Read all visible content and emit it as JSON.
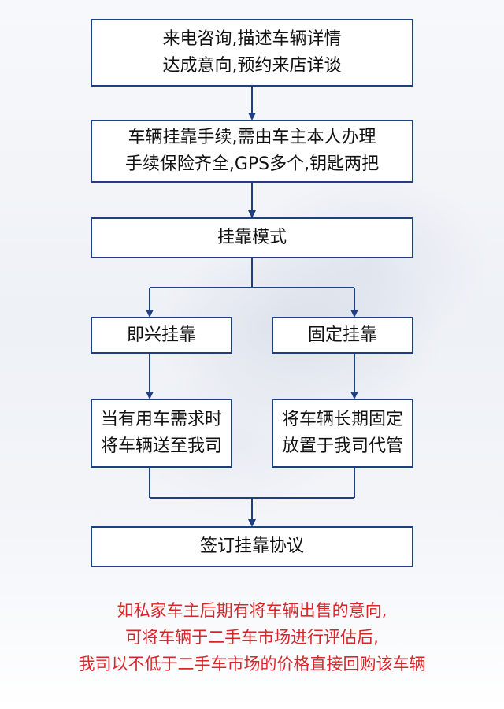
{
  "colors": {
    "box_border": "#1e3f82",
    "connector": "#1e3f82",
    "note_text": "#d9262b"
  },
  "steps": {
    "consult": {
      "line1": "来电咨询,描述车辆详情",
      "line2": "达成意向,预约来店详谈"
    },
    "procedures": {
      "line1": "车辆挂靠手续,需由车主本人办理",
      "line2": "手续保险齐全,GPS多个,钥匙两把"
    },
    "mode": {
      "label": "挂靠模式"
    },
    "instant": {
      "label": "即兴挂靠"
    },
    "fixed": {
      "label": "固定挂靠"
    },
    "instant_detail": {
      "line1": "当有用车需求时",
      "line2": "将车辆送至我司"
    },
    "fixed_detail": {
      "line1": "将车辆长期固定",
      "line2": "放置于我司代管"
    },
    "sign": {
      "label": "签订挂靠协议"
    }
  },
  "note": {
    "line1": "如私家车主后期有将车辆出售的意向,",
    "line2": "可将车辆于二手车市场进行评估后,",
    "line3": "我司以不低于二手车市场的价格直接回购该车辆"
  }
}
